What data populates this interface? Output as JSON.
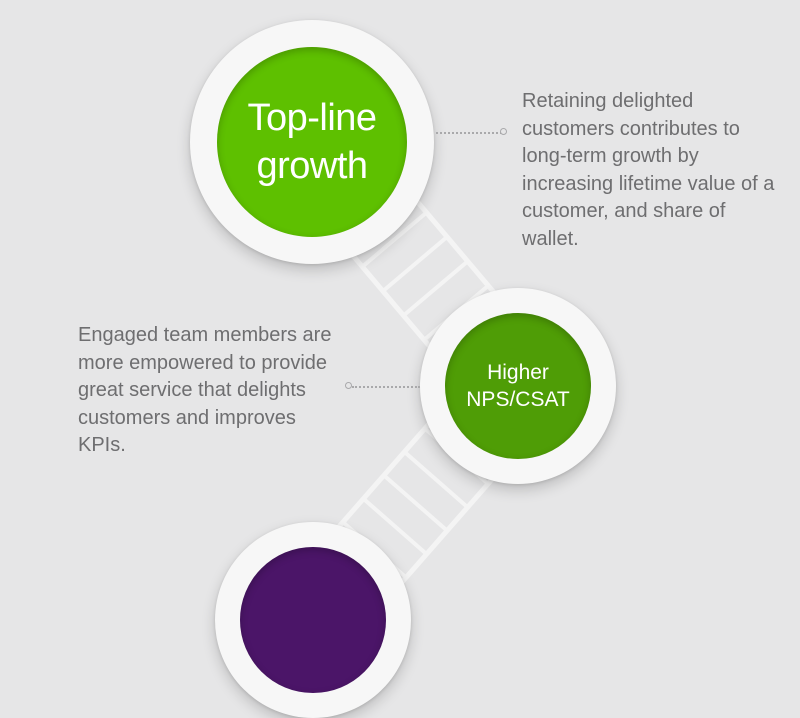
{
  "colors": {
    "background": "#e6e6e7",
    "top_node": "#5ec000",
    "mid_node": "#4f9d06",
    "bottom_node": "#4b1568",
    "text": "#6e6e70",
    "ladder": "#f4f4f4"
  },
  "nodes": {
    "top": {
      "label": "Top-line growth",
      "lines": [
        "Top-line",
        "growth"
      ]
    },
    "middle": {
      "label": "Higher NPS/CSAT",
      "lines": [
        "Higher",
        "NPS/CSAT"
      ]
    },
    "bottom": {
      "label": ""
    }
  },
  "descriptions": {
    "right": "Retaining delighted customers contributes to long-term growth by increasing lifetime value of a customer, and share of wallet.",
    "left": "Engaged team members are more empowered to provide great service that delights customers and improves KPIs."
  }
}
